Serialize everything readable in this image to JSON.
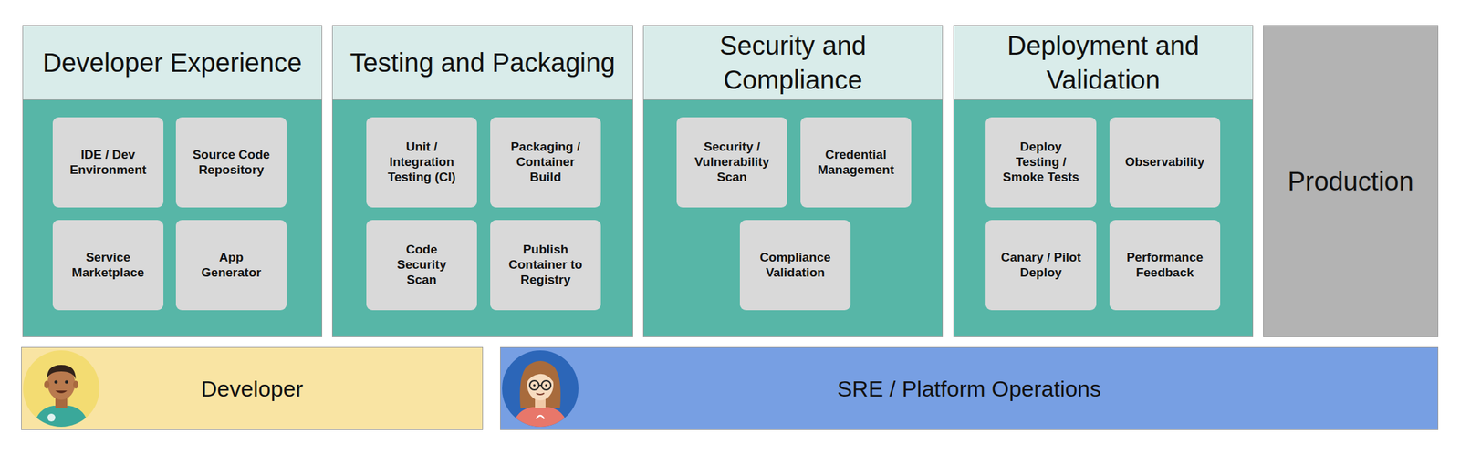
{
  "diagram": {
    "nodes": [
      {
        "text": [
          "Developer Experience"
        ]
      },
      {
        "text": [
          "IDE / Dev Environment"
        ],
        "in": 0
      },
      {
        "text": [
          "Source Code Repository"
        ],
        "in": 0
      },
      {
        "text": [
          "Service Marketplace"
        ],
        "in": 0
      },
      {
        "text": [
          "App Generator"
        ],
        "in": 0
      },
      {
        "text": [
          "Testing and Packaging"
        ]
      },
      {
        "text": [
          "Unit / Integration Testing (CI)"
        ],
        "in": 5
      },
      {
        "text": [
          "Packaging / Container Build"
        ],
        "in": 5
      },
      {
        "text": [
          "Code Security Scan"
        ],
        "in": 5
      },
      {
        "text": [
          "Publish Container to Registry"
        ],
        "in": 5
      },
      {
        "text": [
          "Security and Compliance"
        ]
      },
      {
        "text": [
          "Security / Vulnerability Scan"
        ],
        "in": 10
      },
      {
        "text": [
          "Credential Management"
        ],
        "in": 10
      },
      {
        "text": [
          "Compliance Validation"
        ],
        "in": 10
      },
      {
        "text": [
          "Deployment and Validation"
        ]
      },
      {
        "text": [
          "Deploy Testing / Smoke Tests"
        ],
        "in": 14
      },
      {
        "text": [
          "Observability"
        ],
        "in": 14
      },
      {
        "text": [
          "Canary / Pilot Deploy"
        ],
        "in": 14
      },
      {
        "text": [
          "Performance Feedback"
        ],
        "in": 14
      },
      {
        "text": [
          "Production"
        ]
      },
      {
        "text": [
          "Developer"
        ]
      },
      {
        "text": [
          "SRE / Platform Operations"
        ]
      }
    ]
  }
}
